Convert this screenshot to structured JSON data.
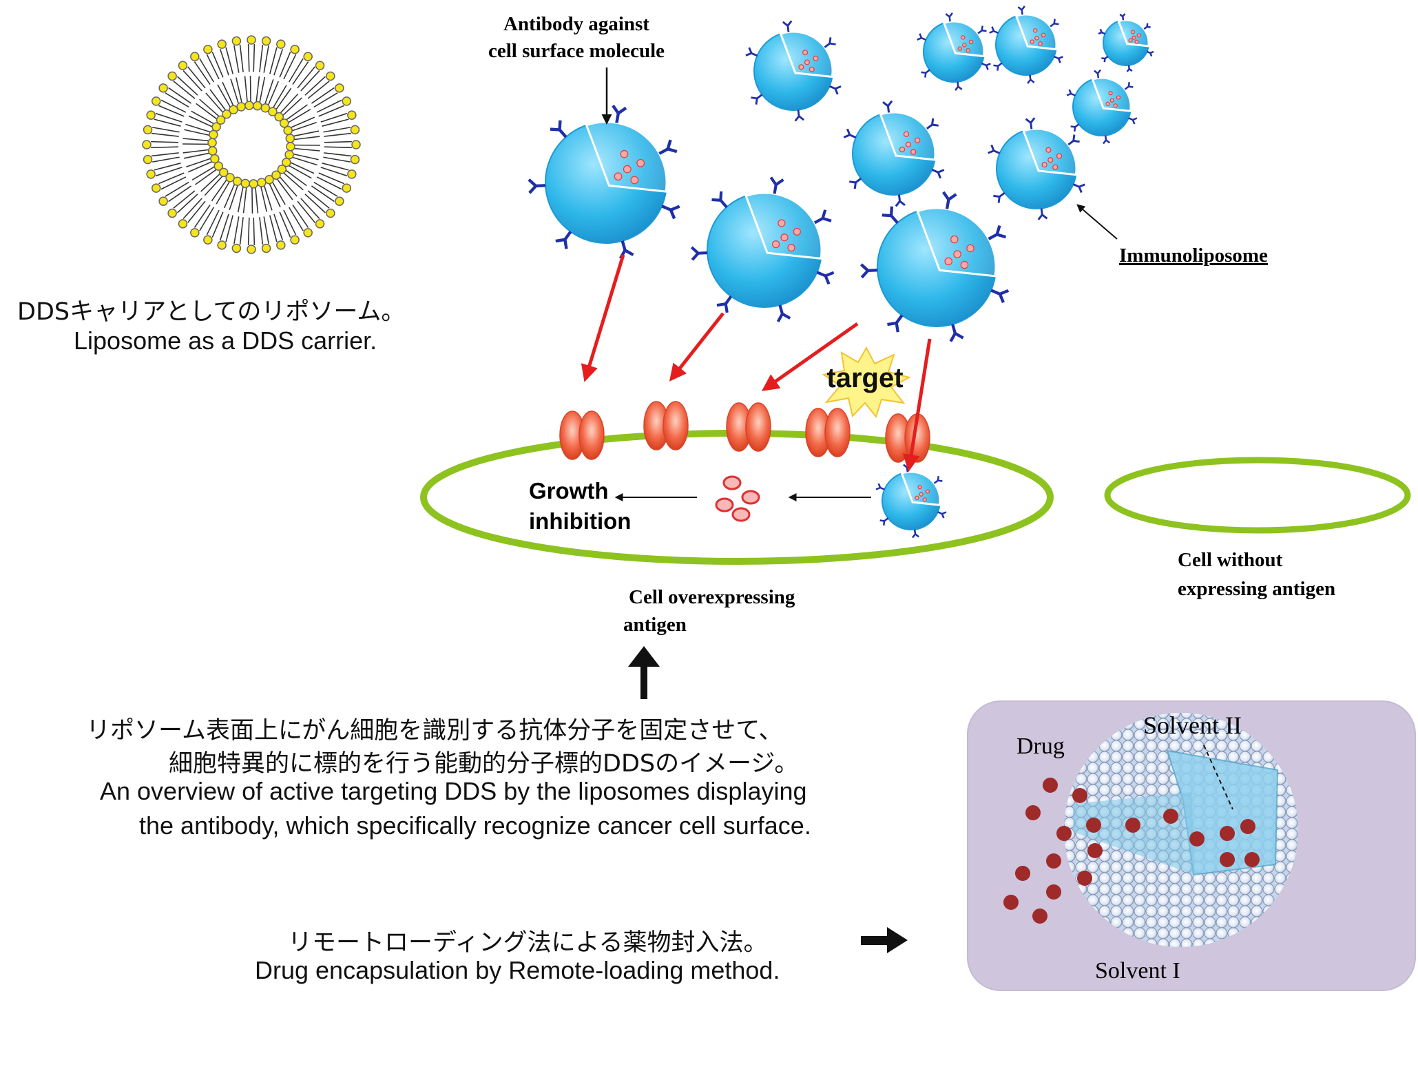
{
  "liposome_caption": {
    "jp": "DDSキャリアとしてのリポソーム。",
    "en": "Liposome as a DDS carrier."
  },
  "targeting": {
    "antibody_label_1": "Antibody against",
    "antibody_label_2": "cell surface molecule",
    "immunoliposome_label": "Immunoliposome",
    "target_label": "target",
    "growth_label_1": "Growth",
    "growth_label_2": "inhibition",
    "cell_over_label_1": "Cell overexpressing",
    "cell_over_label_2": "antigen",
    "cell_without_label_1": "Cell without",
    "cell_without_label_2": "expressing antigen"
  },
  "targeting_caption": {
    "jp_1": "リポソーム表面上にがん細胞を識別する抗体分子を固定させて、",
    "jp_2": "細胞特異的に標的を行う能動的分子標的DDSのイメージ。",
    "en_1": "An overview of active targeting DDS by the liposomes displaying",
    "en_2": "the antibody, which specifically recognize cancer cell surface."
  },
  "remote_loading": {
    "drug_label": "Drug",
    "solvent2_label": "Solvent II",
    "solvent1_label": "Solvent I",
    "caption_jp": "リモートローディング法による薬物封入法。",
    "caption_en": "Drug encapsulation by Remote-loading method."
  },
  "colors": {
    "liposome_blue": "#29b5e8",
    "antibody_blue": "#1f2fa8",
    "receptor_red": "#ef5535",
    "arrow_red": "#e41e1e",
    "cell_green": "#8dc21f",
    "lipid_yellow": "#f5e51a",
    "panel_purple": "#cfc5dc",
    "drug_dot": "#9e2a2a"
  }
}
